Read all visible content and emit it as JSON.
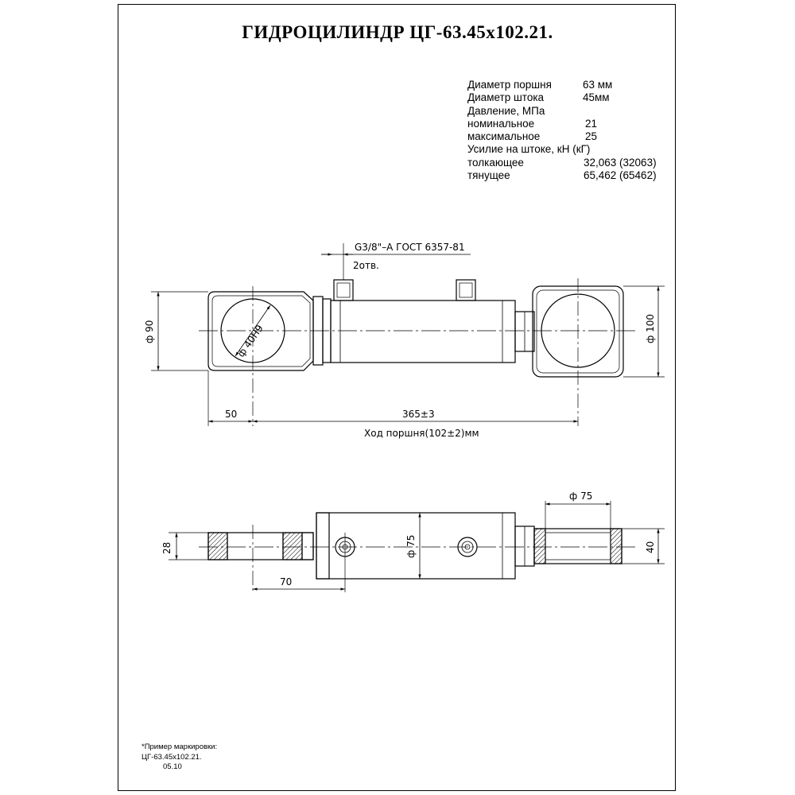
{
  "title": "ГИДРОЦИЛИНДР ЦГ-63.45х102.21.",
  "specs": [
    {
      "label": "Диаметр поршня",
      "value": "63 мм"
    },
    {
      "label": "Диаметр штока",
      "value": "45мм"
    },
    {
      "label": "Давление, МПа",
      "value": ""
    },
    {
      "label": "номинальное",
      "value": "21"
    },
    {
      "label": "максимальное",
      "value": "25"
    },
    {
      "label": "Усилие на штоке, кН (кГ)",
      "value": ""
    },
    {
      "label": "толкающее",
      "value": "32,063 (32063)"
    },
    {
      "label": "тянущее",
      "value": "65,462 (65462)"
    }
  ],
  "dimensions": {
    "thread": "G3/8\"–А ГОСТ 6357-81",
    "holes": "2отв.",
    "eye_hole": "ф 40Н9",
    "left_eye_diameter": "ф 90",
    "right_eye_diameter": "ф 100",
    "pin_offset": "50",
    "length": "365±3",
    "stroke": "Ход поршня(102±2)мм",
    "eye_thickness": "28",
    "port_offset": "70",
    "tube_diameter": "ф 75",
    "rod_eye_width": "ф 75",
    "rod_eye_thickness": "40"
  },
  "note": {
    "heading": "*Пример маркировки:",
    "code": "ЦГ-63.45х102.21.",
    "date": "05.10"
  }
}
